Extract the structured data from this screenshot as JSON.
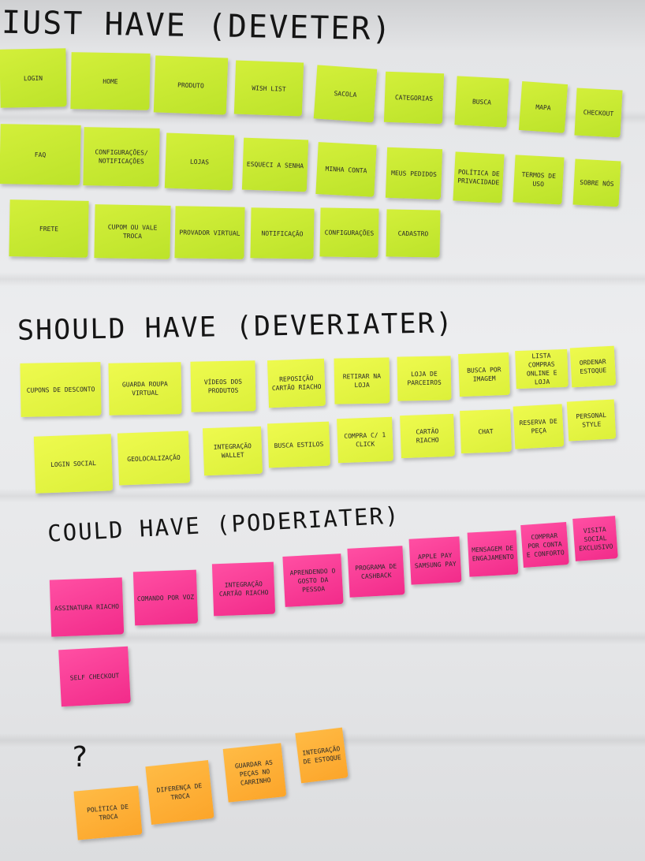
{
  "sections": {
    "must": {
      "title": "IUST HAVE (DEVETER)",
      "notes": [
        "LOGIN",
        "HOME",
        "PRODUTO",
        "WISH LIST",
        "SACOLA",
        "CATEGORIAS",
        "BUSCA",
        "MAPA",
        "CHECKOUT",
        "FAQ",
        "CONFIGURAÇÕES/ NOTIFICAÇÕES",
        "LOJAS",
        "ESQUECI A SENHA",
        "MINHA CONTA",
        "MEUS PEDIDOS",
        "POLÍTICA DE PRIVACIDADE",
        "TERMOS DE USO",
        "SOBRE NÓS",
        "FRETE",
        "CUPOM OU VALE TROCA",
        "PROVADOR VIRTUAL",
        "NOTIFICAÇÃO",
        "CONFIGURAÇÕES",
        "CADASTRO"
      ]
    },
    "should": {
      "title": "SHOULD HAVE (DEVERIATER)",
      "notes": [
        "CUPONS DE DESCONTO",
        "GUARDA ROUPA VIRTUAL",
        "VÍDEOS DOS PRODUTOS",
        "REPOSIÇÃO CARTÃO RIACHO",
        "RETIRAR NA LOJA",
        "LOJA DE PARCEIROS",
        "BUSCA POR IMAGEM",
        "LISTA COMPRAS ONLINE E LOJA",
        "ORDENAR ESTOQUE",
        "LOGIN SOCIAL",
        "GEOLOCALIZAÇÃO",
        "INTEGRAÇÃO WALLET",
        "BUSCA ESTILOS",
        "COMPRA C/ 1 CLICK",
        "CARTÃO RIACHO",
        "CHAT",
        "RESERVA DE PEÇA",
        "PERSONAL STYLE"
      ]
    },
    "could": {
      "title": "COULD HAVE (PODERIATER)",
      "notes": [
        "ASSINATURA RIACHO",
        "COMANDO POR VOZ",
        "INTEGRAÇÃO CARTÃO RIACHO",
        "APRENDENDO O GOSTO DA PESSOA",
        "PROGRAMA DE CASHBACK",
        "APPLE PAY SAMSUNG PAY",
        "MENSAGEM DE ENGAJAMENTO",
        "COMPRAR POR CONTA E CONFORTO",
        "VISITA SOCIAL EXCLUSIVO",
        "SELF CHECKOUT"
      ]
    },
    "unknown": {
      "title": "?",
      "notes": [
        "POLÍTICA DE TROCA",
        "DIFERENÇA DE TROCA",
        "GUARDAR AS PEÇAS NO CARRINHO",
        "INTEGRAÇÃO DE ESTOQUE"
      ]
    }
  },
  "colors": {
    "must": "#c8ea30",
    "should": "#e6f744",
    "could": "#f73596",
    "unknown": "#fdae35"
  }
}
